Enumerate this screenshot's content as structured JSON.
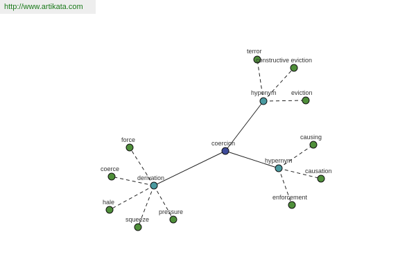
{
  "watermark": "http://www.artikata.com",
  "graph": {
    "center": {
      "label": "coercion",
      "color": "#3e4b9a"
    },
    "relations": {
      "hyponym": {
        "label": "hyponym"
      },
      "hypernym": {
        "label": "hypernym"
      },
      "derivation": {
        "label": "derivation"
      }
    },
    "leaves": {
      "terror": {
        "label": "terror"
      },
      "constructive_eviction": {
        "label": "constructive eviction"
      },
      "eviction": {
        "label": "eviction"
      },
      "causing": {
        "label": "causing"
      },
      "causation": {
        "label": "causation"
      },
      "enforcement": {
        "label": "enforcement"
      },
      "force": {
        "label": "force"
      },
      "coerce": {
        "label": "coerce"
      },
      "hale": {
        "label": "hale"
      },
      "squeeze": {
        "label": "squeeze"
      },
      "pressure": {
        "label": "pressure"
      }
    },
    "colors": {
      "relation": "#4a9aa0",
      "leaf": "#4f8f3a"
    }
  }
}
